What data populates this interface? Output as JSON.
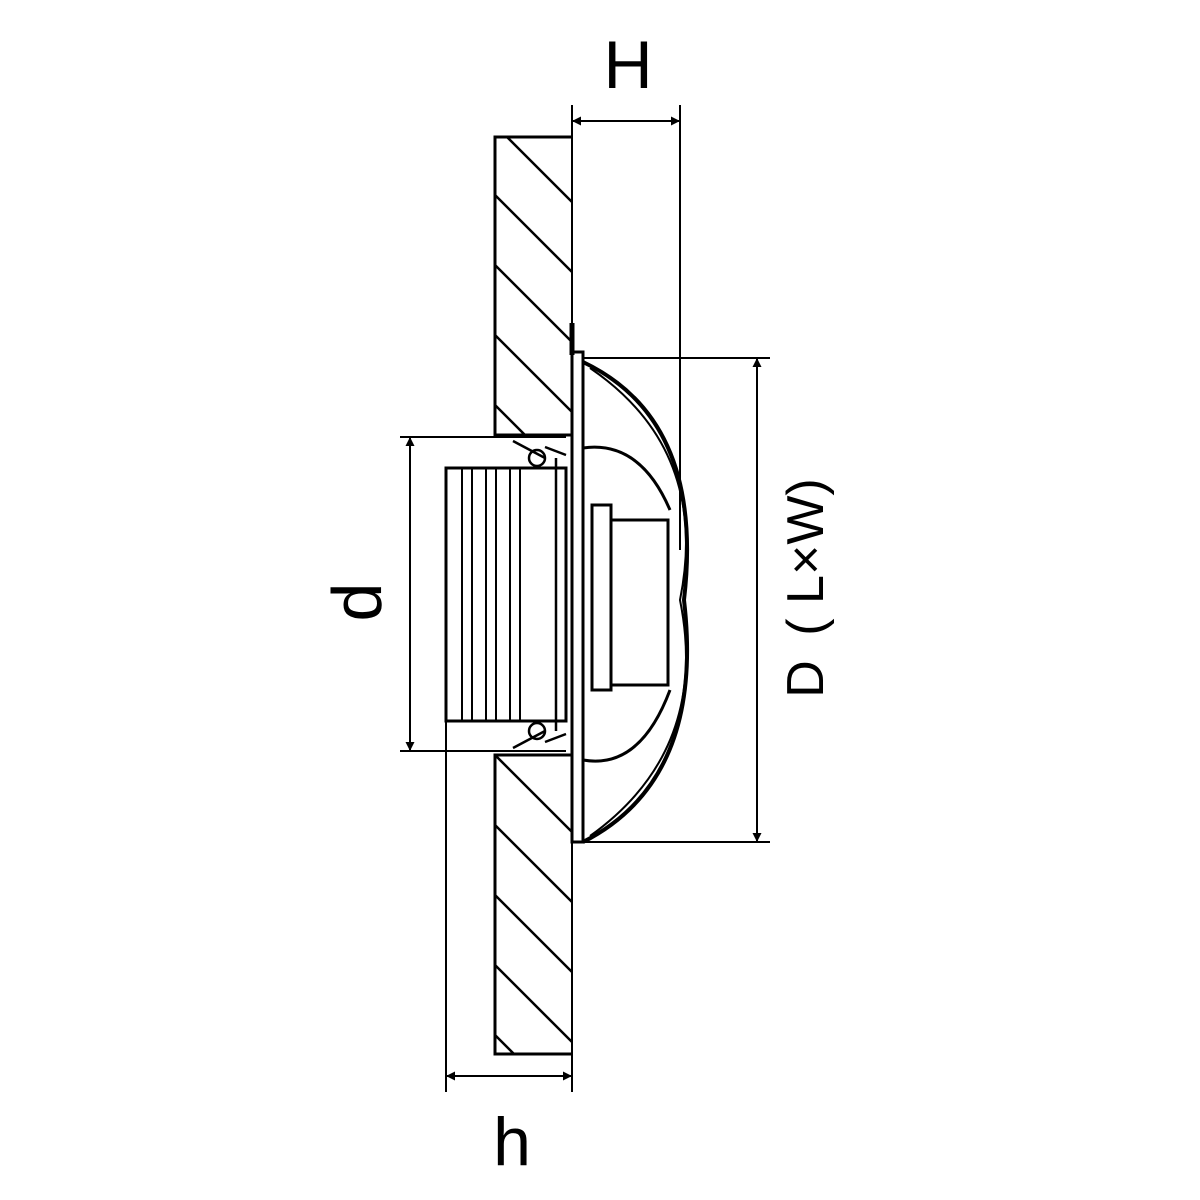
{
  "dimensions": {
    "H": "H",
    "h": "h",
    "d": "d",
    "D": "D",
    "D_detail": "( L×W)"
  },
  "colors": {
    "line": "#000000",
    "background": "#ffffff"
  }
}
